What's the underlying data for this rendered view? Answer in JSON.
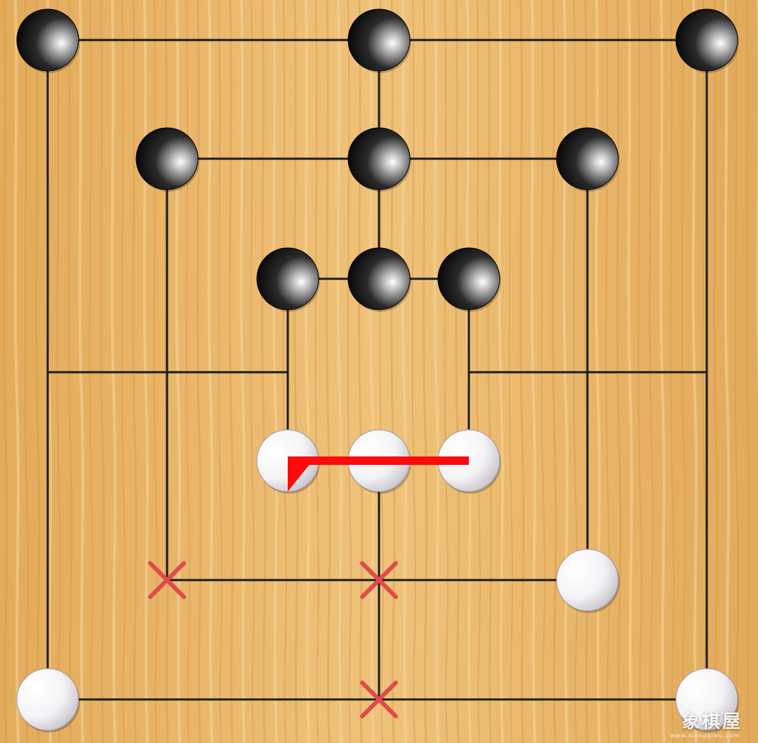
{
  "game": {
    "name": "Nine Men's Morris",
    "board_color": "#e9b567",
    "line_color": "#1a1a1a",
    "highlight_color": "#ff0a0a",
    "cross_color": "#e04a4a"
  },
  "points": {
    "a7": {
      "file": 0,
      "rank": 0
    },
    "d7": {
      "file": 3,
      "rank": 0
    },
    "g7": {
      "file": 6,
      "rank": 0
    },
    "b6": {
      "file": 1,
      "rank": 1
    },
    "d6": {
      "file": 3,
      "rank": 1
    },
    "f6": {
      "file": 5,
      "rank": 1
    },
    "c5": {
      "file": 2,
      "rank": 2
    },
    "d5": {
      "file": 3,
      "rank": 2
    },
    "e5": {
      "file": 4,
      "rank": 2
    },
    "a4": {
      "file": 0,
      "rank": 3
    },
    "b4": {
      "file": 1,
      "rank": 3
    },
    "c4": {
      "file": 2,
      "rank": 3
    },
    "e4": {
      "file": 4,
      "rank": 3
    },
    "f4": {
      "file": 5,
      "rank": 3
    },
    "g4": {
      "file": 6,
      "rank": 3
    },
    "c3": {
      "file": 2,
      "rank": 4
    },
    "d3": {
      "file": 3,
      "rank": 4
    },
    "e3": {
      "file": 4,
      "rank": 4
    },
    "b2": {
      "file": 1,
      "rank": 5
    },
    "d2": {
      "file": 3,
      "rank": 5
    },
    "f2": {
      "file": 5,
      "rank": 5
    },
    "a1": {
      "file": 0,
      "rank": 6
    },
    "d1": {
      "file": 3,
      "rank": 6
    },
    "g1": {
      "file": 6,
      "rank": 6
    }
  },
  "pieces": {
    "black": [
      "a7",
      "d7",
      "g7",
      "b6",
      "d6",
      "f6",
      "c5",
      "d5",
      "e5"
    ],
    "white": [
      "c3",
      "d3",
      "e3",
      "f2",
      "a1",
      "g1"
    ]
  },
  "removed_markers": [
    "b2",
    "d2",
    "d1"
  ],
  "mill_highlight": [
    "c3",
    "d3",
    "e3"
  ],
  "watermark": {
    "text": "象棋屋",
    "subtext": "www.xiangqiwu.com"
  }
}
